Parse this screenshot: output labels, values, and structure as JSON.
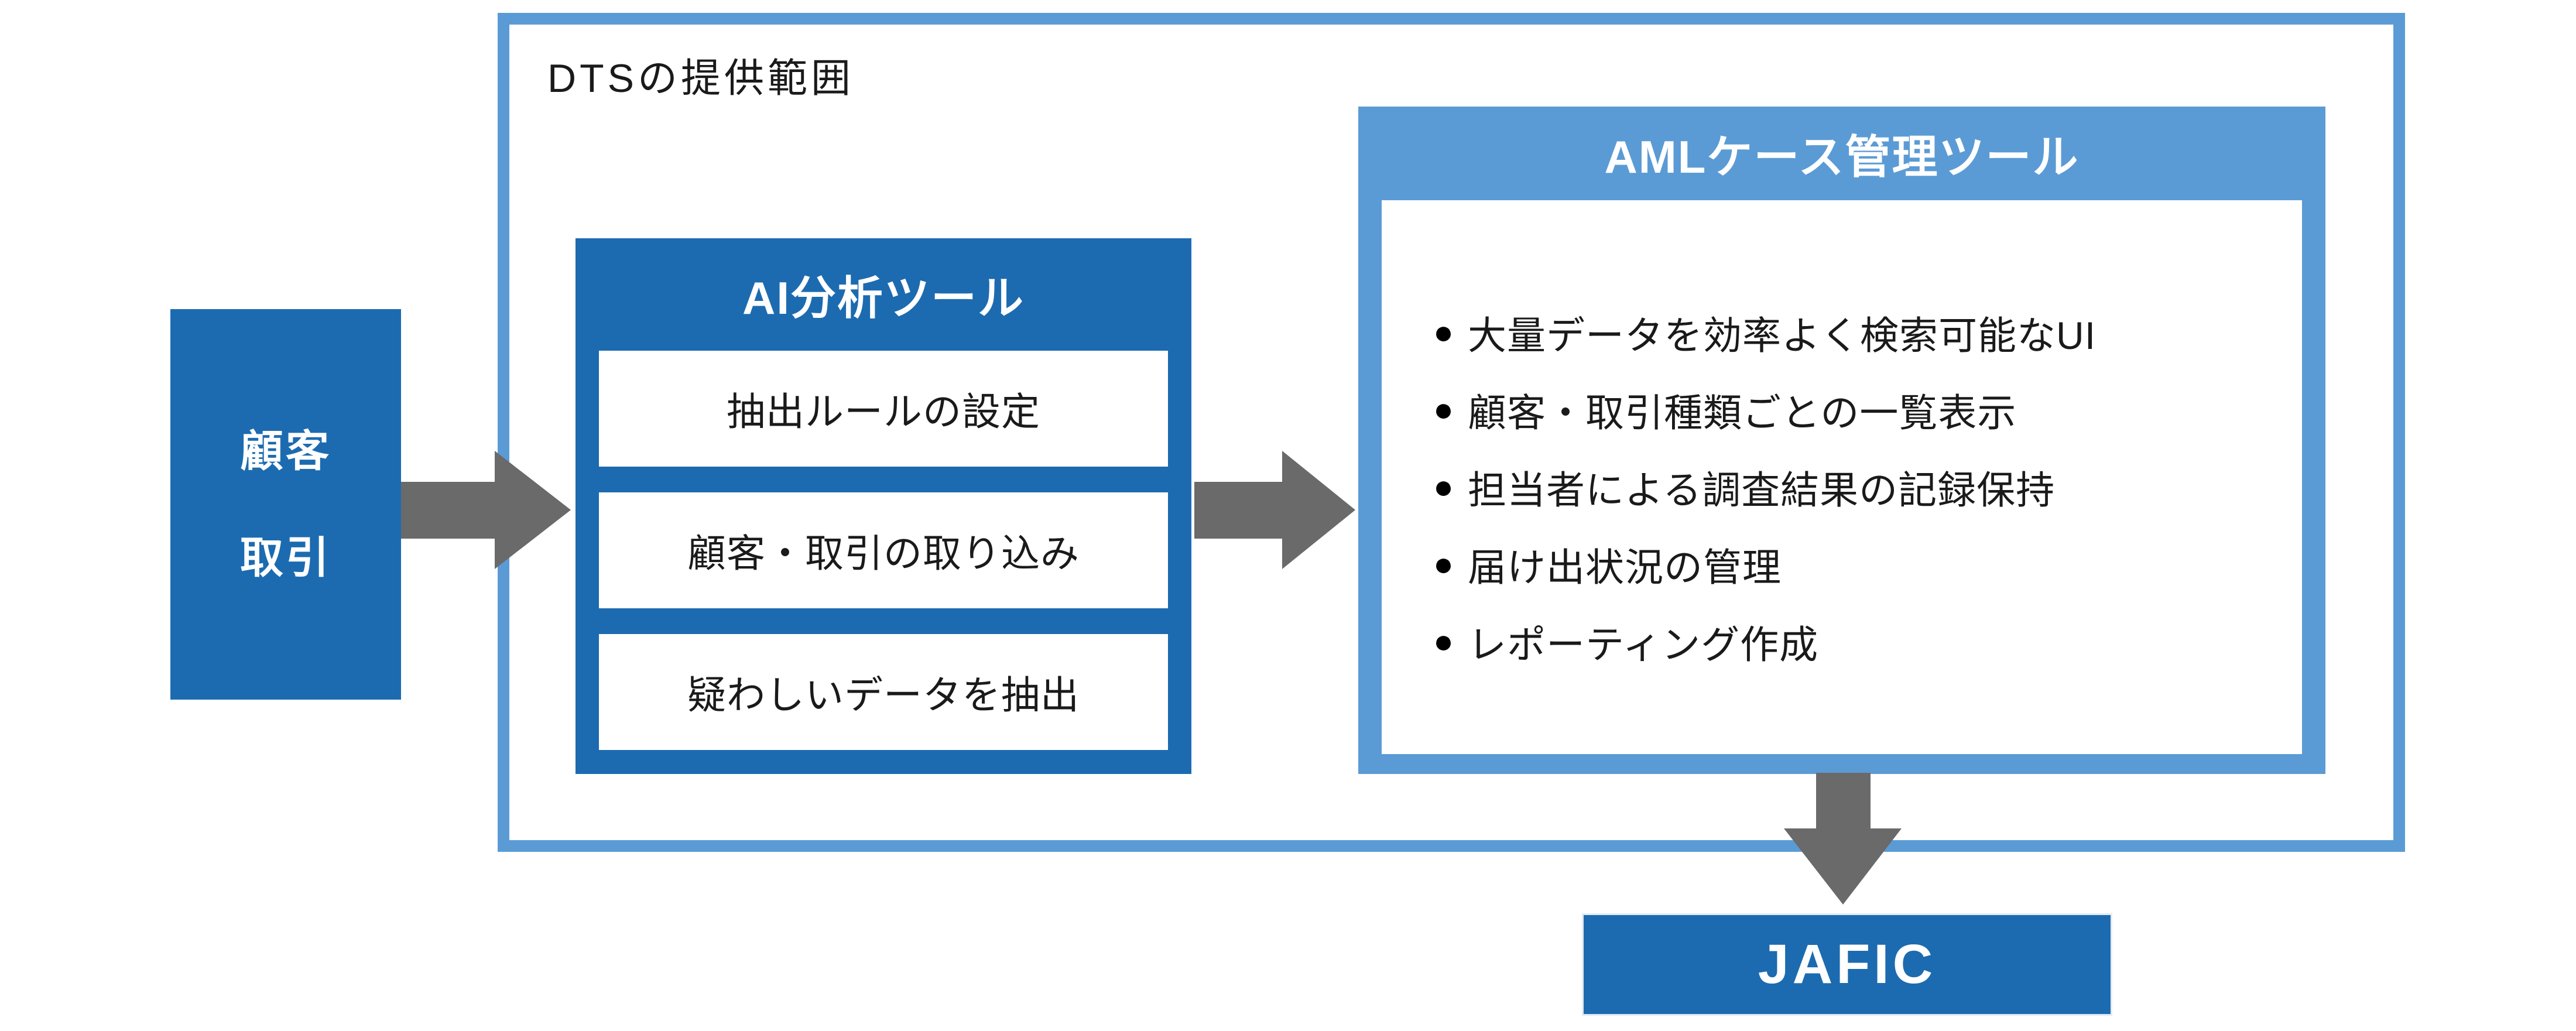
{
  "colors": {
    "dark_blue": "#1C6BB0",
    "light_blue": "#5B9BD5",
    "arrow_gray": "#6A6A6A",
    "text_dark": "#1a1a1a"
  },
  "scope_box": {
    "title": "DTSの提供範囲"
  },
  "input_box": {
    "line1": "顧客",
    "line2": "取引"
  },
  "ai_tool_box": {
    "title": "AI分析ツール",
    "steps": [
      "抽出ルールの設定",
      "顧客・取引の取り込み",
      "疑わしいデータを抽出"
    ]
  },
  "aml_tool_box": {
    "title": "AMLケース管理ツール",
    "bullet_char": "●",
    "features": [
      "大量データを効率よく検索可能なUI",
      "顧客・取引種類ごとの一覧表示",
      "担当者による調査結果の記録保持",
      "届け出状況の管理",
      "レポーティング作成"
    ]
  },
  "jafic_box": {
    "label": "JAFIC"
  }
}
